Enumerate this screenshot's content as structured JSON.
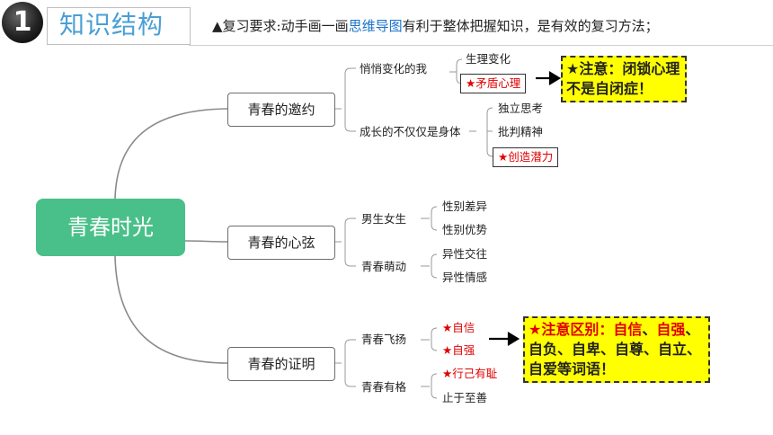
{
  "header": {
    "badge": "1",
    "title": "知识结构",
    "requirement_prefix": "▲复习要求:动手画一画",
    "requirement_link": "思维导图",
    "requirement_suffix": "有利于整体把握知识，是有效的复习方法；"
  },
  "root": "青春时光",
  "branches": [
    {
      "label": "青春的邀约",
      "subs": [
        {
          "label": "悄悄变化的我",
          "leaves": [
            "生理变化",
            "★矛盾心理"
          ]
        },
        {
          "label": "成长的不仅仅是身体",
          "leaves": [
            "独立思考",
            "批判精神",
            "★创造潜力"
          ]
        }
      ]
    },
    {
      "label": "青春的心弦",
      "subs": [
        {
          "label": "男生女生",
          "leaves": [
            "性别差异",
            "性别优势"
          ]
        },
        {
          "label": "青春萌动",
          "leaves": [
            "异性交往",
            "异性情感"
          ]
        }
      ]
    },
    {
      "label": "青春的证明",
      "subs": [
        {
          "label": "青春飞扬",
          "leaves": [
            "★自信",
            "★自强"
          ]
        },
        {
          "label": "青春有格",
          "leaves": [
            "★行己有耻",
            "止于至善"
          ]
        }
      ]
    }
  ],
  "notes": {
    "note1": "★注意：闭锁心理不是自闭症！",
    "note2_red": "★注意区别：自信",
    "note2_sep1": "、",
    "note2_red2": "自强",
    "note2_rest": "、自负、自卑、自尊、自立、自爱等词语！"
  },
  "colors": {
    "root": "#49c08a",
    "title": "#4a9fd6",
    "link": "#1a73c8",
    "star": "#e00000",
    "note_bg": "#ffff00"
  }
}
